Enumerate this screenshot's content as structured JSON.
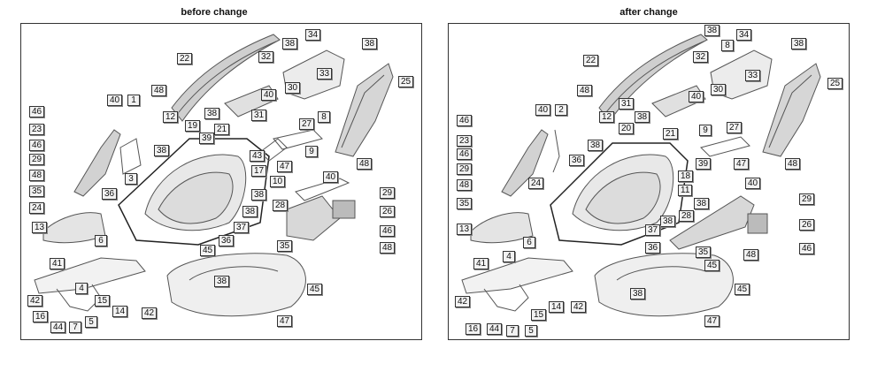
{
  "panels": [
    {
      "title": "before change",
      "callouts": [
        "22",
        "38",
        "34",
        "38",
        "32",
        "33",
        "25",
        "48",
        "30",
        "40",
        "46",
        "40",
        "1",
        "12",
        "38",
        "31",
        "27",
        "8",
        "23",
        "46",
        "19",
        "39",
        "21",
        "43",
        "9",
        "29",
        "48",
        "38",
        "17",
        "47",
        "48",
        "35",
        "3",
        "38",
        "40",
        "10",
        "29",
        "36",
        "24",
        "28",
        "26",
        "13",
        "38",
        "37",
        "46",
        "6",
        "36",
        "35",
        "48",
        "45",
        "41",
        "38",
        "42",
        "4",
        "15",
        "14",
        "42",
        "45",
        "16",
        "44",
        "7",
        "5",
        "47"
      ]
    },
    {
      "title": "after change",
      "callouts": [
        "38",
        "22",
        "34",
        "8",
        "38",
        "32",
        "33",
        "25",
        "48",
        "30",
        "40",
        "46",
        "40",
        "2",
        "12",
        "31",
        "38",
        "27",
        "23",
        "46",
        "38",
        "20",
        "21",
        "9",
        "29",
        "48",
        "36",
        "18",
        "39",
        "47",
        "48",
        "35",
        "24",
        "11",
        "40",
        "38",
        "29",
        "28",
        "26",
        "13",
        "38",
        "37",
        "46",
        "6",
        "36",
        "35",
        "48",
        "45",
        "41",
        "4",
        "42",
        "38",
        "15",
        "14",
        "42",
        "45",
        "16",
        "44",
        "7",
        "5",
        "47"
      ]
    }
  ]
}
